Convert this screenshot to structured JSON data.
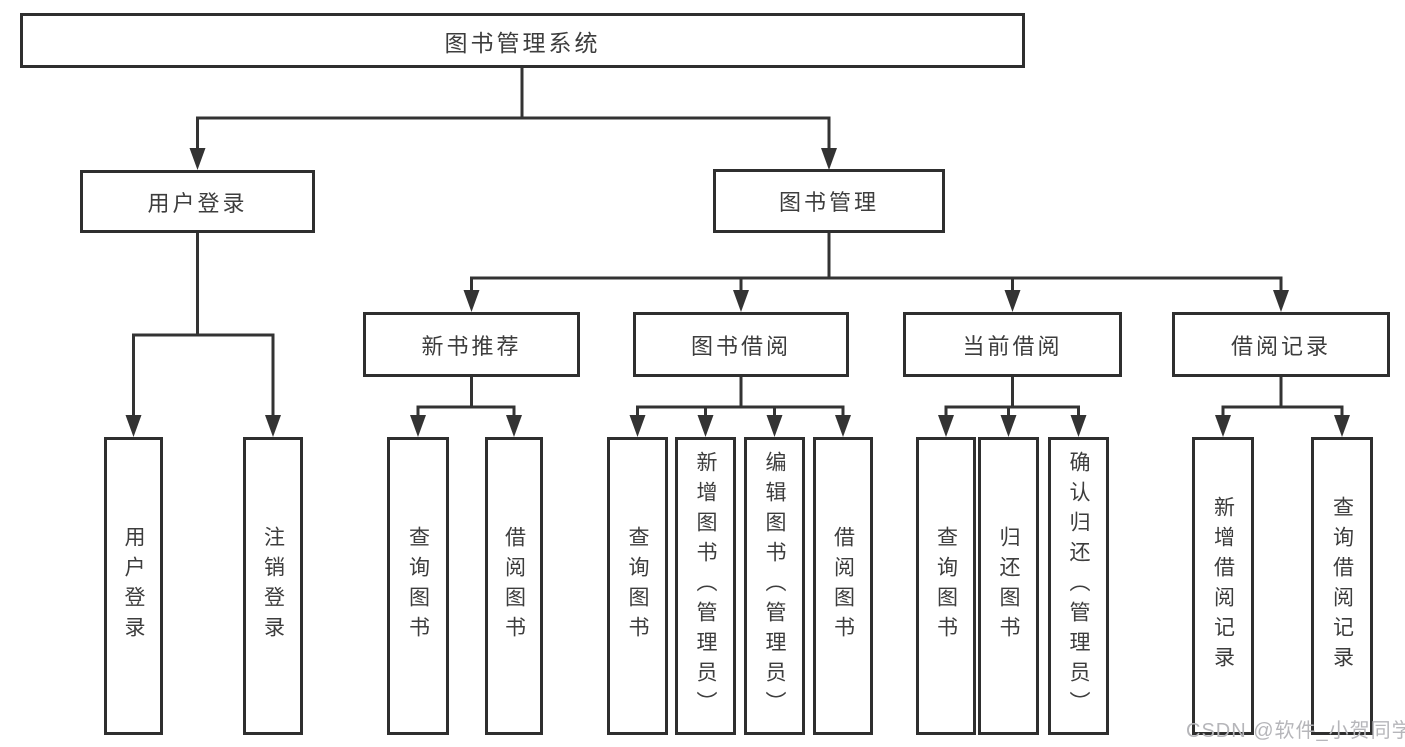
{
  "diagram_title": "图书管理系统",
  "tree": {
    "label": "图书管理系统",
    "children": [
      {
        "label": "用户登录",
        "children": [
          {
            "label": "用户登录"
          },
          {
            "label": "注销登录"
          }
        ]
      },
      {
        "label": "图书管理",
        "children": [
          {
            "label": "新书推荐",
            "children": [
              {
                "label": "查询图书"
              },
              {
                "label": "借阅图书"
              }
            ]
          },
          {
            "label": "图书借阅",
            "children": [
              {
                "label": "查询图书"
              },
              {
                "label": "新增图书（管理员）"
              },
              {
                "label": "编辑图书（管理员）"
              },
              {
                "label": "借阅图书"
              }
            ]
          },
          {
            "label": "当前借阅",
            "children": [
              {
                "label": "查询图书"
              },
              {
                "label": "归还图书"
              },
              {
                "label": "确认归还（管理员）"
              }
            ]
          },
          {
            "label": "借阅记录",
            "children": [
              {
                "label": "新增借阅记录"
              },
              {
                "label": "查询借阅记录"
              }
            ]
          }
        ]
      }
    ]
  },
  "watermark": {
    "text": "CSDN @软件_小贺同学"
  },
  "colors": {
    "line": "#333333",
    "border": "#2f2f2f",
    "text": "#3d3d3d",
    "watermark": "#b6b6ba",
    "background": "#ffffff"
  }
}
